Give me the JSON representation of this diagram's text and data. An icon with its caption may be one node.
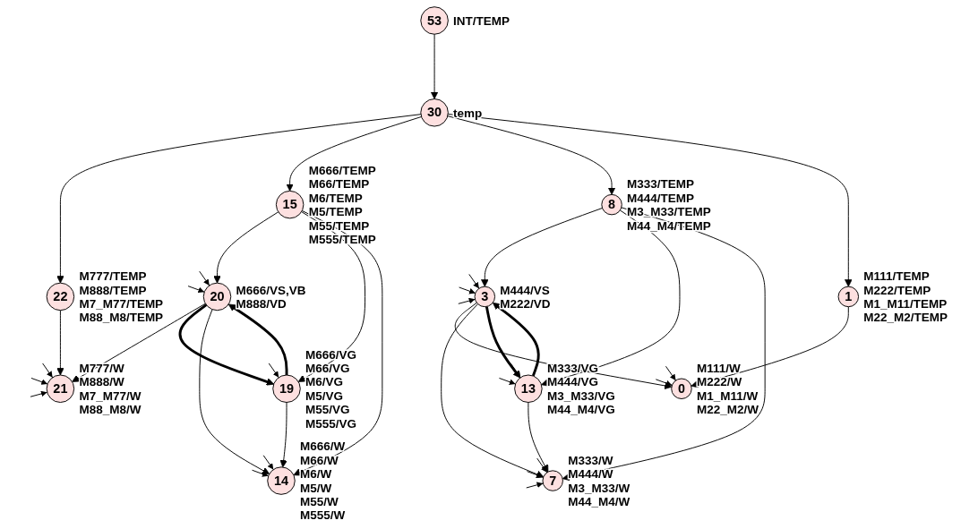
{
  "diagram": {
    "nodes": [
      {
        "text": [
          "53"
        ],
        "beside": [
          "INT/TEMP"
        ]
      },
      {
        "text": [
          "30"
        ],
        "beside": [
          "temp"
        ]
      },
      {
        "text": [
          "22"
        ],
        "beside": [
          "M777/TEMP",
          "M888/TEMP",
          "M7_M77/TEMP",
          "M88_M8/TEMP"
        ]
      },
      {
        "text": [
          "15"
        ],
        "beside": [
          "M666/TEMP",
          "M66/TEMP",
          "M6/TEMP",
          "M5/TEMP",
          "M55/TEMP",
          "M555/TEMP"
        ]
      },
      {
        "text": [
          "8"
        ],
        "beside": [
          "M333/TEMP",
          "M444/TEMP",
          "M3_M33/TEMP",
          "M44_M4/TEMP"
        ]
      },
      {
        "text": [
          "1"
        ],
        "beside": [
          "M111/TEMP",
          "M222/TEMP",
          "M1_M11/TEMP",
          "M22_M2/TEMP"
        ]
      },
      {
        "text": [
          "20"
        ],
        "beside": [
          "M666/VS,VB",
          "M888/VD"
        ]
      },
      {
        "text": [
          "3"
        ],
        "beside": [
          "M444/VS",
          "M222/VD"
        ]
      },
      {
        "text": [
          "21"
        ],
        "beside": [
          "M777/W",
          "M888/W",
          "M7_M77/W",
          "M88_M8/W"
        ]
      },
      {
        "text": [
          "19"
        ],
        "beside": [
          "M666/VG",
          "M66/VG",
          "M6/VG",
          "M5/VG",
          "M55/VG",
          "M555/VG"
        ]
      },
      {
        "text": [
          "14"
        ],
        "beside": [
          "M666/W",
          "M66/W",
          "M6/W",
          "M5/W",
          "M55/W",
          "M555/W"
        ]
      },
      {
        "text": [
          "13"
        ],
        "beside": [
          "M333/VG",
          "M444/VG",
          "M3_M33/VG",
          "M44_M4/VG"
        ]
      },
      {
        "text": [
          "0"
        ],
        "beside": [
          "M111/W",
          "M222/W",
          "M1_M11/W",
          "M22_M2/W"
        ]
      },
      {
        "text": [
          "7"
        ],
        "beside": [
          "M333/W",
          "M444/W",
          "M3_M33/W",
          "M44_M4/W"
        ]
      }
    ],
    "edges": [
      {
        "from": 0,
        "to": 1,
        "arrow": "to"
      },
      {
        "from": 1,
        "to": 2,
        "arrow": "to"
      },
      {
        "from": 1,
        "to": 3,
        "arrow": "to"
      },
      {
        "from": 1,
        "to": 4,
        "arrow": "to"
      },
      {
        "from": 1,
        "to": 5,
        "arrow": "to"
      },
      {
        "from": 2,
        "to": 8,
        "arrow": "to"
      },
      {
        "from": 3,
        "to": 6,
        "arrow": "to"
      },
      {
        "from": 3,
        "to": 9,
        "arrow": "to"
      },
      {
        "from": 3,
        "to": 10,
        "arrow": "to"
      },
      {
        "from": 6,
        "to": 8,
        "arrow": "to"
      },
      {
        "from": 6,
        "to": 9,
        "arrow": "to",
        "style": "thick"
      },
      {
        "from": 9,
        "to": 6,
        "arrow": "to",
        "style": "thick"
      },
      {
        "from": 6,
        "to": 10,
        "arrow": "to"
      },
      {
        "from": 9,
        "to": 10,
        "arrow": "to"
      },
      {
        "from": 4,
        "to": 7,
        "arrow": "to"
      },
      {
        "from": 4,
        "to": 11,
        "arrow": "to"
      },
      {
        "from": 4,
        "to": 13,
        "arrow": "to"
      },
      {
        "from": 5,
        "to": 12,
        "arrow": "to"
      },
      {
        "from": 7,
        "to": 12,
        "arrow": "to"
      },
      {
        "from": 7,
        "to": 13,
        "arrow": "to"
      },
      {
        "from": 7,
        "to": 11,
        "arrow": "to",
        "style": "thick"
      },
      {
        "from": 11,
        "to": 7,
        "arrow": "to",
        "style": "thick"
      },
      {
        "from": 11,
        "to": 13,
        "arrow": "to"
      },
      {
        "from": null,
        "to": 8,
        "arrow": "to"
      },
      {
        "from": null,
        "to": 8,
        "arrow": "to"
      },
      {
        "from": null,
        "to": 8,
        "arrow": "to"
      },
      {
        "from": null,
        "to": 6,
        "arrow": "to"
      },
      {
        "from": null,
        "to": 6,
        "arrow": "to"
      },
      {
        "from": null,
        "to": 9,
        "arrow": "to"
      },
      {
        "from": null,
        "to": 9,
        "arrow": "to"
      },
      {
        "from": null,
        "to": 10,
        "arrow": "to"
      },
      {
        "from": null,
        "to": 10,
        "arrow": "to"
      },
      {
        "from": null,
        "to": 7,
        "arrow": "to"
      },
      {
        "from": null,
        "to": 7,
        "arrow": "to"
      },
      {
        "from": null,
        "to": 7,
        "arrow": "to"
      },
      {
        "from": null,
        "to": 11,
        "arrow": "to"
      },
      {
        "from": null,
        "to": 11,
        "arrow": "to"
      },
      {
        "from": null,
        "to": 12,
        "arrow": "to"
      },
      {
        "from": null,
        "to": 12,
        "arrow": "to"
      },
      {
        "from": null,
        "to": 13,
        "arrow": "to"
      },
      {
        "from": null,
        "to": 13,
        "arrow": "to"
      },
      {
        "from": null,
        "to": 13,
        "arrow": "to"
      }
    ]
  }
}
